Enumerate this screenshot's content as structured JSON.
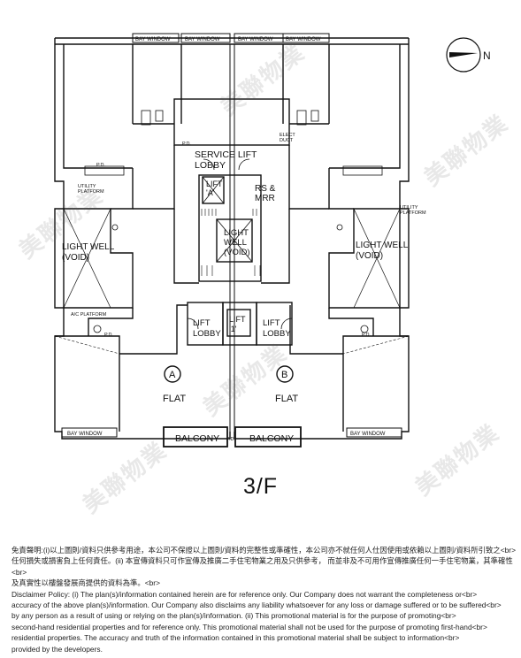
{
  "plan": {
    "floor": "3/F",
    "labels": {
      "bay_window": "BAY WINDOW",
      "service_lift_lobby": "SERVICE LIFT\nLOBBY",
      "lift_a": "LIFT\n'A'",
      "lift_1": "LIFT\n'1'",
      "rs_mrr": "RS &\nMRR",
      "lightwell_center": "LIGHT\nWELL\n(VOID)",
      "lightwell_side": "LIGHT WELL\n(VOID)",
      "lift_lobby": "LIFT\nLOBBY",
      "utility_platform": "UTILITY\nPLATFORM",
      "ac_platform": "A/C PLATFORM",
      "pd": "P.D.",
      "elect_duct": "ELECT\nDUCT",
      "flat": "FLAT",
      "flat_a": "A",
      "flat_b": "B",
      "balcony": "BALCONY"
    },
    "compass": "N"
  },
  "watermark": "美聯物業",
  "disclaimer": {
    "zh_1": "免責聲明:(i)以上圖則/資料只供參考用途，本公司不保證以上圖則/資料的完整性或準確性，本公司亦不就任何人仕因使用或依賴以上圖則/資料所引致之<br>",
    "zh_2": "任何損失或損害負上任何責任。(ii) 本宣傳資料只可作宣傳及推廣二手住宅物業之用及只供參考， 而並非及不可用作宣傳推廣任何一手住宅物業，其準確性<br>",
    "zh_3": "及真實性以樓盤發展商提供的資料為準。<br>",
    "en_1": "Disclaimer Policy: (i) The plan(s)/information contained herein are for reference only. Our Company does not warrant the completeness or<br>",
    "en_2": "accuracy of the above plan(s)/information. Our Company also disclaims any liability whatsoever for any loss or damage suffered or to be suffered<br>",
    "en_3": "by any person as a result of using or relying on the plan(s)/information. (ii) This promotional material is for the purpose of promoting<br>",
    "en_4": "second-hand residential properties and for reference only. This promotional material shall not be used for the purpose of promoting first-hand<br>",
    "en_5": "residential properties. The accuracy and truth of the information contained in this promotional material shall be subject to information<br>",
    "en_6": "provided by the developers."
  }
}
